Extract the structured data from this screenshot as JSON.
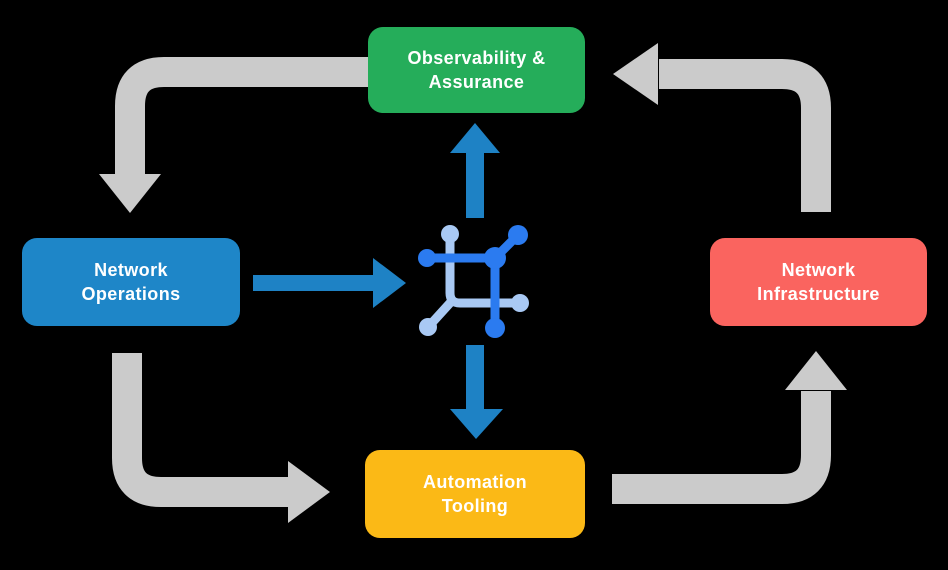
{
  "background_color": "#000000",
  "nodes": {
    "observability": {
      "label": "Observability &\nAssurance",
      "color": "#25AD5A"
    },
    "operations": {
      "label": "Network\nOperations",
      "color": "#1E86C8"
    },
    "infrastructure": {
      "label": "Network\nInfrastructure",
      "color": "#FA645F"
    },
    "tooling": {
      "label": "Automation\nTooling",
      "color": "#FBB916"
    }
  },
  "center_icon": {
    "name": "network-nodes-icon",
    "primary_color": "#2B7BF0",
    "secondary_color": "#A9C9F4"
  },
  "arrows": {
    "cycle_color": "#CBCBCB",
    "accent_color": "#1E82C5",
    "flows": [
      {
        "from": "Observability & Assurance",
        "to": "Network Operations",
        "kind": "cycle"
      },
      {
        "from": "Network Operations",
        "to": "Automation Tooling",
        "kind": "cycle"
      },
      {
        "from": "Automation Tooling",
        "to": "Network Infrastructure",
        "kind": "cycle"
      },
      {
        "from": "Network Infrastructure",
        "to": "Observability & Assurance",
        "kind": "cycle"
      },
      {
        "from": "Network Operations",
        "to": "center-icon",
        "kind": "accent"
      },
      {
        "from": "center-icon",
        "to": "Observability & Assurance",
        "kind": "accent"
      },
      {
        "from": "center-icon",
        "to": "Automation Tooling",
        "kind": "accent"
      }
    ]
  }
}
